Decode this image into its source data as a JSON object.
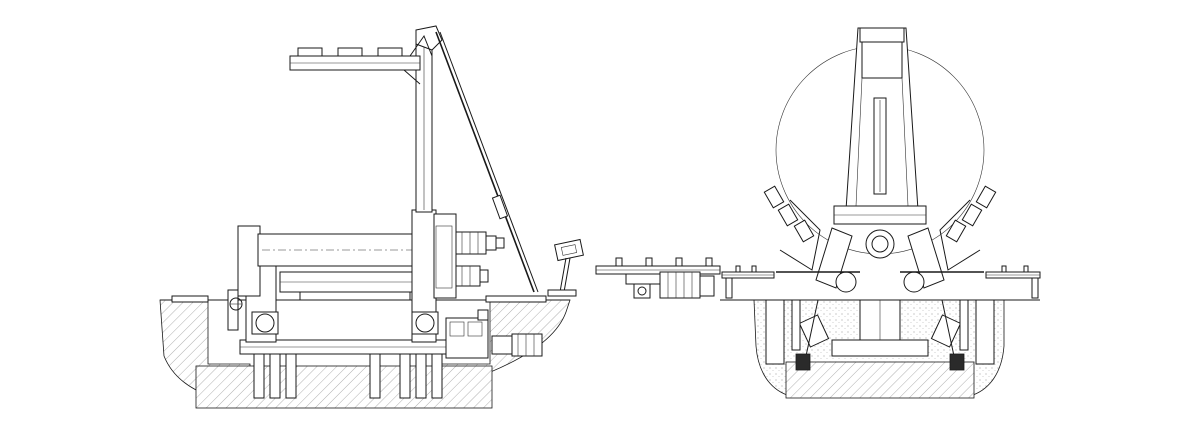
{
  "drawing": {
    "views": [
      {
        "id": "side-elevation"
      },
      {
        "id": "control-pendant"
      },
      {
        "id": "front-elevation"
      }
    ]
  },
  "colors": {
    "line": "#1a1a1a",
    "background": "#ffffff",
    "hatch": "#7a7a7a"
  }
}
